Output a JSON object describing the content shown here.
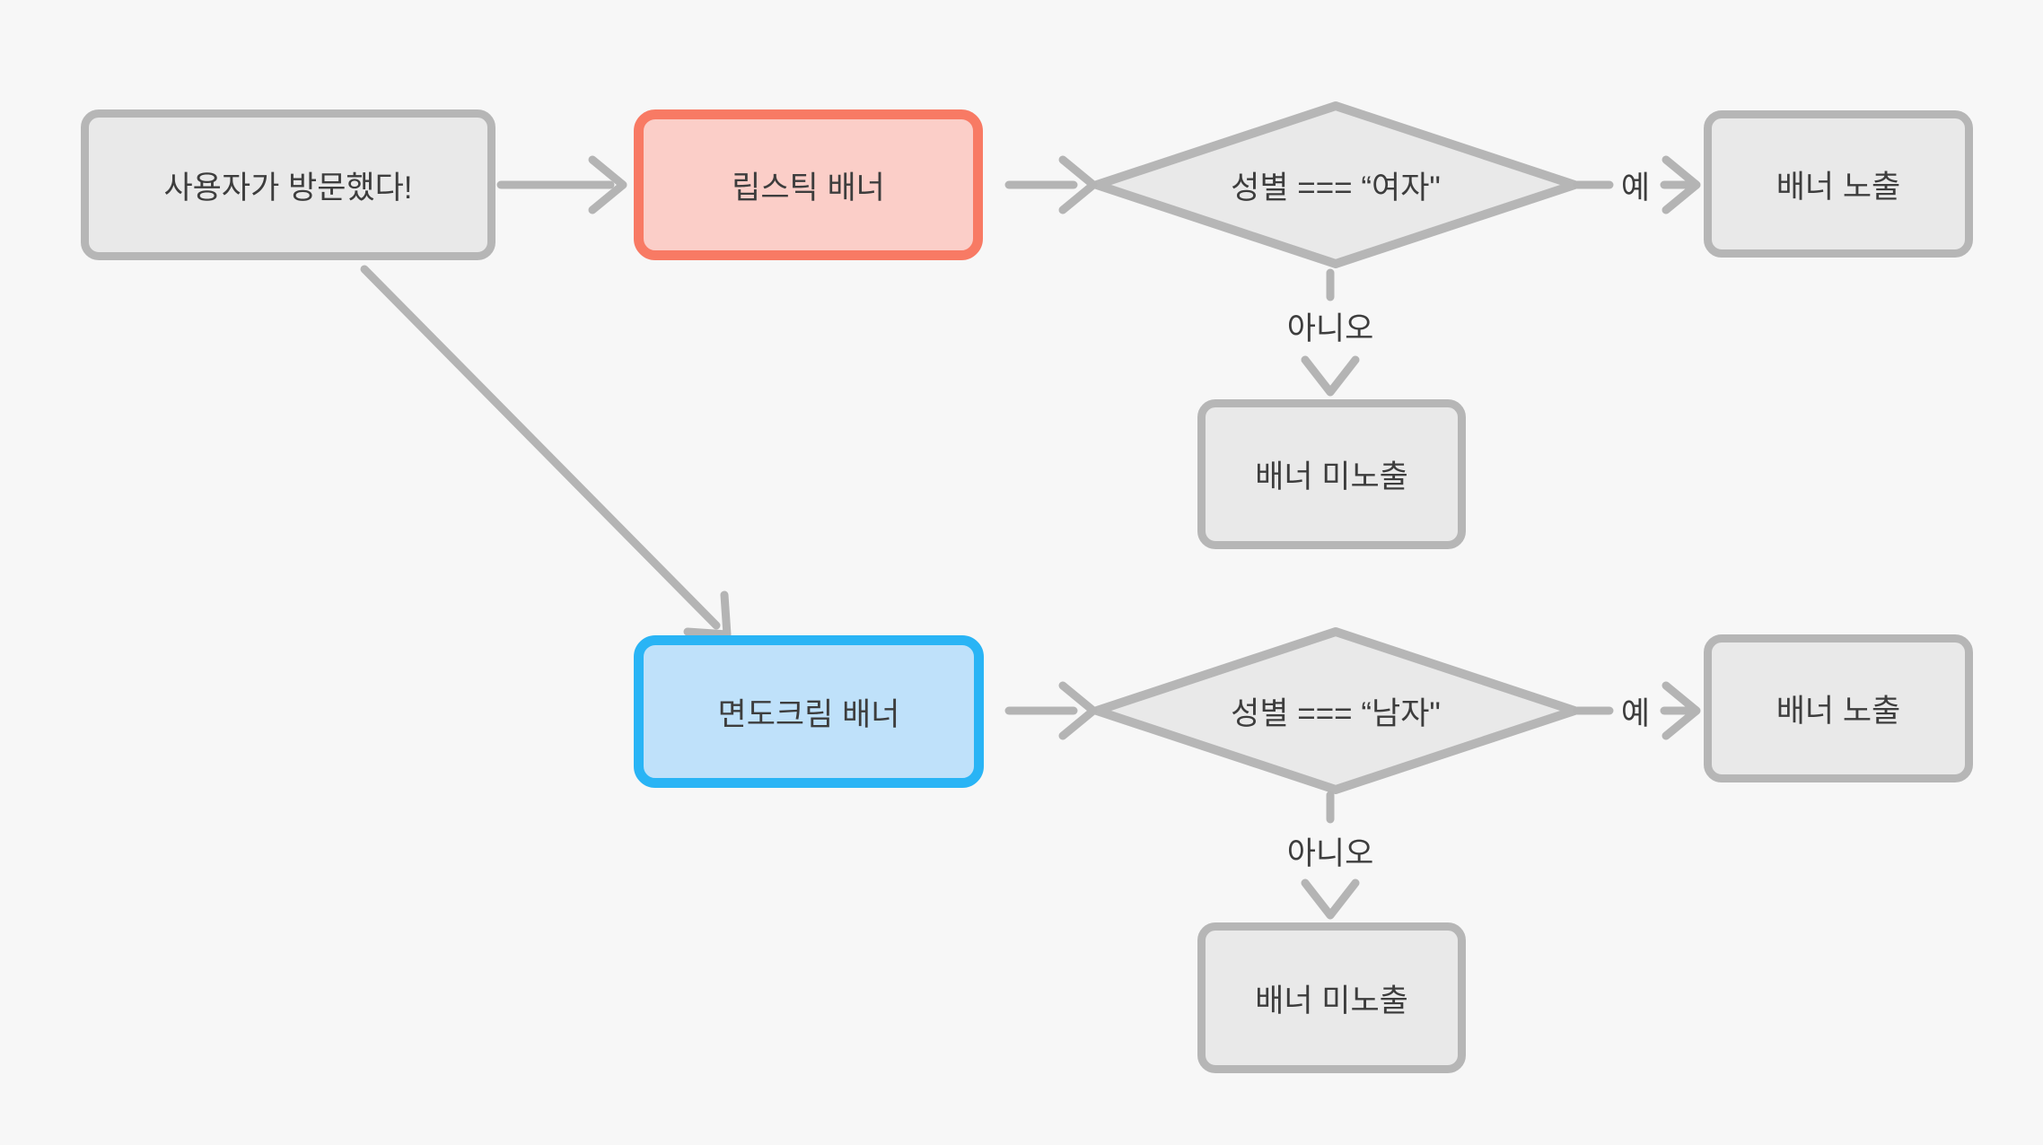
{
  "colors": {
    "background": "#f7f7f7",
    "connector": "#b4b4b4",
    "node_border": "#b6b6b6",
    "node_fill": "#e9e9e9",
    "text": "#3d3d3d",
    "lipstick_border": "#f87a64",
    "lipstick_fill": "#fbcec8",
    "shaving_border": "#29b4f5",
    "shaving_fill": "#bfe1fa"
  },
  "nodes": {
    "start": {
      "label": "사용자가 방문했다!"
    },
    "lipstick_banner": {
      "label": "립스틱 배너"
    },
    "decision_female": {
      "label": "성별 === “여자\""
    },
    "banner_show_top": {
      "label": "배너 노출"
    },
    "banner_hide_top": {
      "label": "배너 미노출"
    },
    "shaving_banner": {
      "label": "면도크림 배너"
    },
    "decision_male": {
      "label": "성별 === “남자\""
    },
    "banner_show_bottom": {
      "label": "배너 노출"
    },
    "banner_hide_bottom": {
      "label": "배너 미노출"
    }
  },
  "edge_labels": {
    "yes_top": "예",
    "no_top": "아니오",
    "yes_bottom": "예",
    "no_bottom": "아니오"
  }
}
